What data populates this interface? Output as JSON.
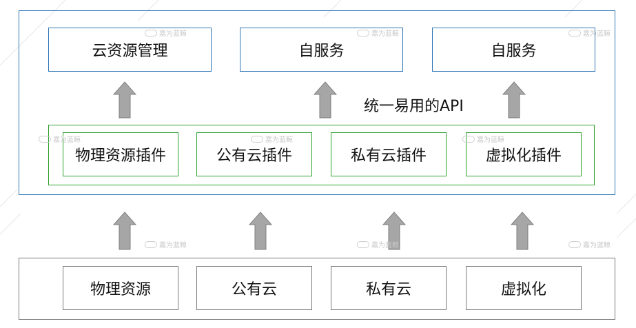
{
  "top_row": [
    "云资源管理",
    "自服务",
    "自服务"
  ],
  "api_label": "统一易用的API",
  "plugins": [
    "物理资源插件",
    "公有云插件",
    "私有云插件",
    "虚拟化插件"
  ],
  "resources": [
    "物理资源",
    "公有云",
    "私有云",
    "虚拟化"
  ],
  "watermark": "嘉为蓝鲸",
  "colors": {
    "platform_border": "#2e75b6",
    "plugin_border": "#2ca02c",
    "resource_border": "#777777",
    "arrow_fill": "#a6a6a6",
    "arrow_stroke": "#7f7f7f"
  }
}
